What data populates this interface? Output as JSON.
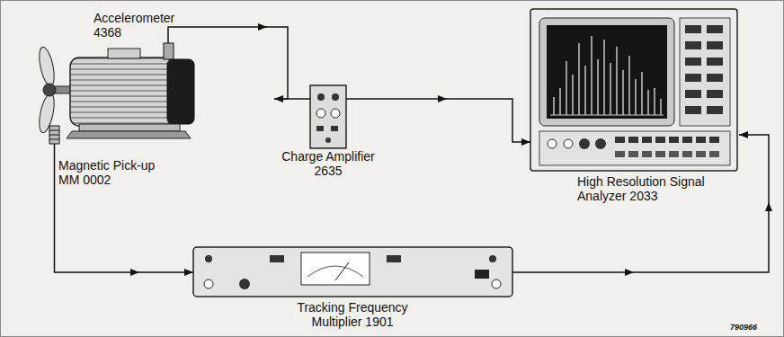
{
  "diagram": {
    "nodes": [
      {
        "text": [
          "Accelerometer 4368"
        ]
      },
      {
        "text": [
          "Magnetic Pick-up MM 0002"
        ]
      },
      {
        "text": [
          "Charge Amplifier 2635"
        ]
      },
      {
        "text": [
          "High Resolution Signal Analyzer 2033"
        ]
      },
      {
        "text": [
          "Tracking Frequency Multiplier 1901"
        ]
      }
    ],
    "edges": [
      {
        "from": 0,
        "to": 2,
        "arrow": "to"
      },
      {
        "from": 2,
        "to": 3,
        "arrow": "to"
      },
      {
        "from": 1,
        "to": 4,
        "arrow": "to"
      },
      {
        "from": 4,
        "to": 3,
        "arrow": "to"
      }
    ],
    "labels": [
      "790966"
    ]
  }
}
